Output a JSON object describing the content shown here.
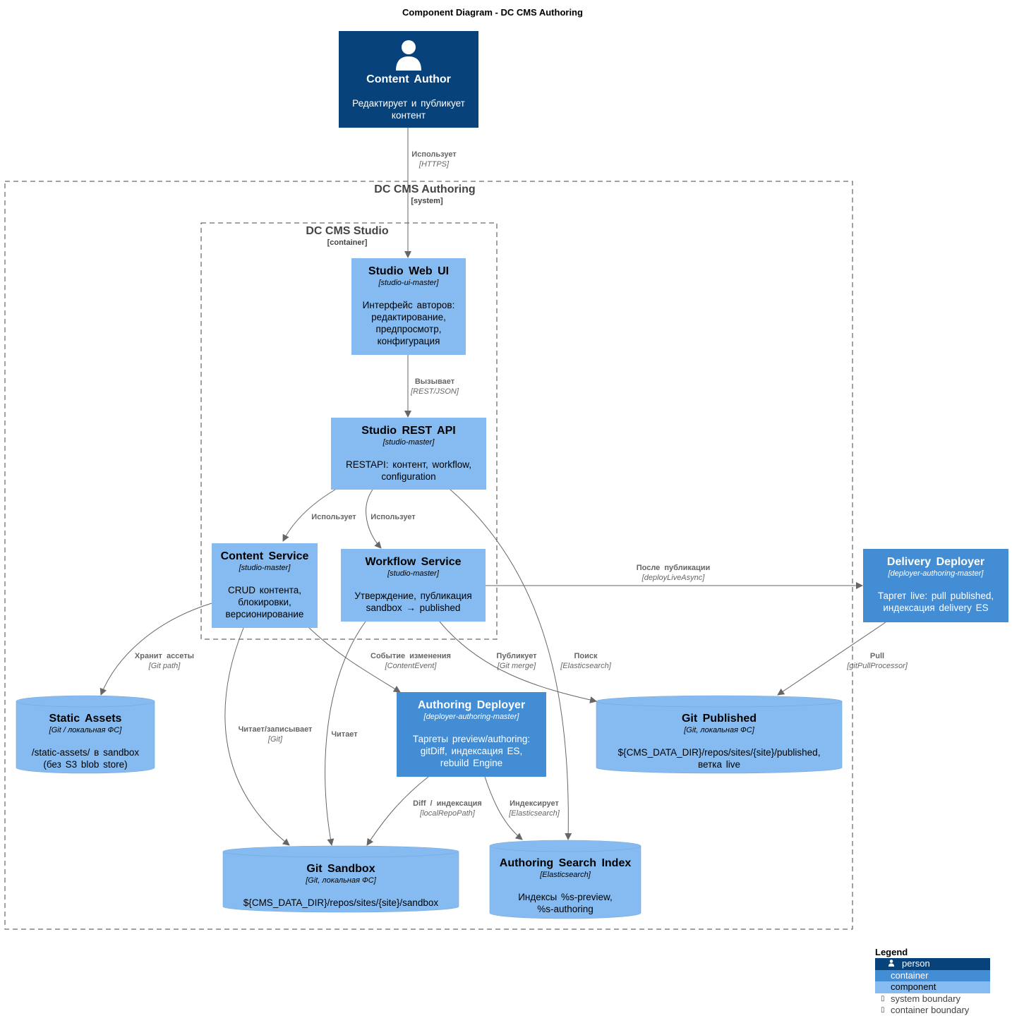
{
  "title": "Component Diagram - DC CMS Authoring",
  "colors": {
    "person": "#08427b",
    "container": "#438dd5",
    "component": "#85bbf0",
    "edge": "#666666",
    "boundary": "#444444"
  },
  "boundaries": {
    "system": {
      "title": "DC CMS Authoring",
      "type": "[system]"
    },
    "container": {
      "title": "DC CMS Studio",
      "type": "[container]"
    }
  },
  "nodes": {
    "author": {
      "name": "Content  Author",
      "desc_lines": [
        "Редактирует  и  публикует",
        "контент"
      ],
      "icon": "person-icon"
    },
    "webui": {
      "name": "Studio  Web  UI",
      "tech": "[studio-ui-master]",
      "desc_lines": [
        "Интерфейс  авторов:",
        "редактирование,",
        "предпросмотр,",
        "конфигурация"
      ]
    },
    "rest": {
      "name": "Studio  REST API",
      "tech": "[studio-master]",
      "desc_lines": [
        "RESTAPI: контент,  workflow,",
        "configuration"
      ]
    },
    "content": {
      "name": "Content  Service",
      "tech": "[studio-master]",
      "desc_lines": [
        "CRUD контента,",
        "блокировки,",
        "версионирование"
      ]
    },
    "workflow": {
      "name": "Workflow  Service",
      "tech": "[studio-master]",
      "desc_lines": [
        "Утверждение,  публикация",
        "sandbox   →  published"
      ]
    },
    "delivery": {
      "name": "Delivery  Deployer",
      "tech": "[deployer-authoring-master]",
      "desc_lines": [
        "Таргет  live:  pull  published,",
        "индексация  delivery  ES"
      ]
    },
    "authdeployer": {
      "name": "Authoring  Deployer",
      "tech": "[deployer-authoring-master]",
      "desc_lines": [
        "Таргеты  preview/authoring:",
        "gitDiff,   индексация  ES,",
        "rebuild   Engine"
      ]
    },
    "static": {
      "name": "Static  Assets",
      "tech": "[Git  /  локальная  ФС]",
      "desc_lines": [
        "/static-assets/      в sandbox",
        "(без S3 blob  store)"
      ]
    },
    "gitpub": {
      "name": "Git  Published",
      "tech": "[Git,  локальная  ФС]",
      "desc_lines": [
        "${CMS_DATA_DIR}/repos/sites/{site}/published,",
        "ветка live"
      ]
    },
    "sandbox": {
      "name": "Git  Sandbox",
      "tech": "[Git,  локальная  ФС]",
      "desc_lines": [
        "${CMS_DATA_DIR}/repos/sites/{site}/sandbox"
      ]
    },
    "search": {
      "name": "Authoring  Search  Index",
      "tech": "[Elasticsearch]",
      "desc_lines": [
        "Индексы  %s-preview,",
        "%s-authoring"
      ]
    }
  },
  "edges": [
    {
      "label": "Использует",
      "tech": "[HTTPS]"
    },
    {
      "label": "Вызывает",
      "tech": "[REST/JSON]"
    },
    {
      "label": "Использует",
      "tech": ""
    },
    {
      "label": "Использует",
      "tech": ""
    },
    {
      "label": "После публикации",
      "tech": "[deployLiveAsync]"
    },
    {
      "label": "Хранит  ассеты",
      "tech": "[Git  path]"
    },
    {
      "label": "Читает/записывает",
      "tech": "[Git]"
    },
    {
      "label": "Читает",
      "tech": ""
    },
    {
      "label": "Событие  изменения",
      "tech": "[ContentEvent]"
    },
    {
      "label": "Публикует",
      "tech": "[Git  merge]"
    },
    {
      "label": "Поиск",
      "tech": "[Elasticsearch]"
    },
    {
      "label": "Pull",
      "tech": "[gitPullProcessor]"
    },
    {
      "label": "Diff  /  индексация",
      "tech": "[localRepoPath]"
    },
    {
      "label": "Индексирует",
      "tech": "[Elasticsearch]"
    }
  ],
  "legend": {
    "title": "Legend",
    "items": [
      {
        "label": "person",
        "icon": "person-icon"
      },
      {
        "label": "container",
        "icon": ""
      },
      {
        "label": "component",
        "icon": ""
      },
      {
        "label": "system boundary",
        "icon": ""
      },
      {
        "label": "container boundary",
        "icon": ""
      }
    ]
  }
}
